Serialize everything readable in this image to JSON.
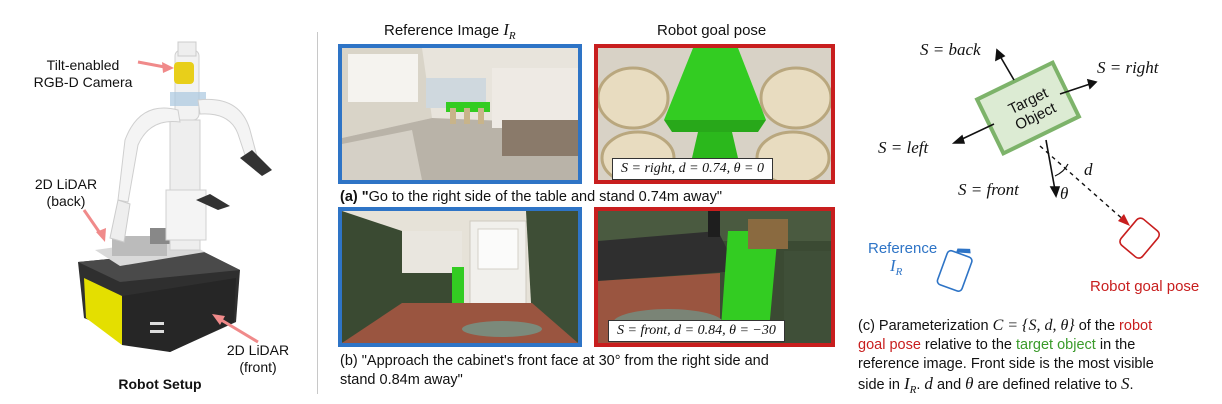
{
  "robot_setup": {
    "camera_label_line1": "Tilt-enabled",
    "camera_label_line2": "RGB-D Camera",
    "lidar_back_line1": "2D LiDAR",
    "lidar_back_line2": "(back)",
    "lidar_front_line1": "2D LiDAR",
    "lidar_front_line2": "(front)",
    "caption": "Robot Setup"
  },
  "panel_headers": {
    "reference": "Reference Image",
    "reference_math": "I",
    "reference_sub": "R",
    "goal": "Robot goal pose"
  },
  "example_a": {
    "params": "S = right, d = 0.74, θ = 0",
    "caption_prefix": "(a) \"",
    "caption_text": "Go to the right side of the table and stand 0.74m away\""
  },
  "example_b": {
    "params": "S = front, d = 0.84, θ = −30",
    "caption_line1": "(b) \"Approach the cabinet's front face at 30° from the right side and",
    "caption_line2": "stand 0.84m away\""
  },
  "diagram": {
    "s_back": "S = back",
    "s_right": "S = right",
    "s_left": "S = left",
    "s_front": "S = front",
    "target_line1": "Target",
    "target_line2": "Object",
    "d": "d",
    "theta": "θ",
    "reference_line1": "Reference",
    "reference_math": "I",
    "reference_sub": "R",
    "robot_goal": "Robot goal pose",
    "colors": {
      "blue": "#2e74c6",
      "red": "#c81e1e",
      "green": "#7db36a"
    }
  },
  "caption_c": {
    "line1_a": "(c) Parameterization ",
    "line1_math": "C = {S, d, θ}",
    "line1_b": " of the ",
    "line1_red": "robot",
    "line2_red": "goal pose",
    "line2_a": " relative to the ",
    "line2_green": "target object",
    "line2_b": " in the",
    "line3": "reference image. Front side is the most visible",
    "line4_a": "side in ",
    "line4_math": "I",
    "line4_sub": "R",
    "line4_b": ". ",
    "line4_d": "d",
    "line4_c": " and ",
    "line4_theta": "θ",
    "line4_d2": " are defined relative to ",
    "line4_s": "S",
    "line4_e": "."
  }
}
